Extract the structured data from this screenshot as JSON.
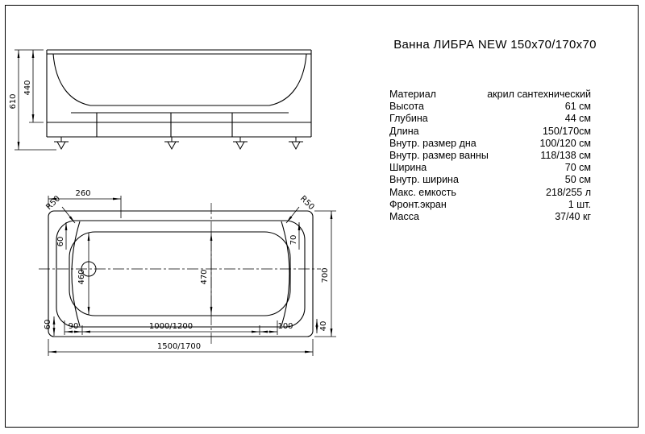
{
  "title": "Ванна ЛИБРА NEW 150х70/170х70",
  "specs": {
    "rows": [
      {
        "label": "Материал",
        "value": "акрил сантехнический"
      },
      {
        "label": "Высота",
        "value": "61 см"
      },
      {
        "label": "Глубина",
        "value": "44 см"
      },
      {
        "label": "Длина",
        "value": "150/170см"
      },
      {
        "label": "Внутр. размер дна",
        "value": "100/120 см"
      },
      {
        "label": "Внутр. размер ванны",
        "value": "118/138 см"
      },
      {
        "label": "Ширина",
        "value": "70 см"
      },
      {
        "label": "Внутр. ширина",
        "value": "50 см"
      },
      {
        "label": "Макс. емкость",
        "value": "218/255 л"
      },
      {
        "label": "Фронт.экран",
        "value": "1 шт."
      },
      {
        "label": "Масса",
        "value": "37/40 кг"
      }
    ]
  },
  "side_view": {
    "dims": {
      "overall_height": "610",
      "depth": "440"
    }
  },
  "top_view": {
    "dims": {
      "backrest_length": "260",
      "corner_radius_left": "R50",
      "corner_radius_right": "R50",
      "rim_left": "60",
      "bottom_width_drain": "460",
      "bottom_width_center": "470",
      "rim_right": "70",
      "overall_width": "700",
      "bottom_left": "60",
      "slope_left": "90",
      "bottom_length": "1000/1200",
      "slope_right": "100",
      "corner_offset": "40",
      "overall_length": "1500/1700"
    }
  }
}
